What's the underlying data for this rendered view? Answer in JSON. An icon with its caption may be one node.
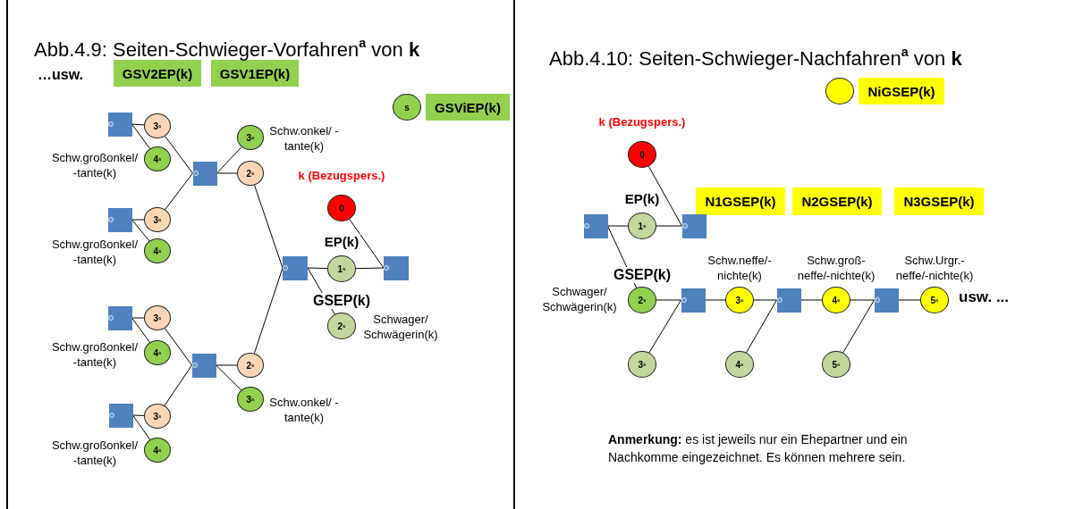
{
  "diagram": {
    "nodes": [
      {
        "text": [
          "GSV2EP(k)"
        ]
      },
      {
        "text": [
          "GSV1EP(k)"
        ]
      },
      {
        "text": [
          "s"
        ]
      },
      {
        "text": [
          "GSViEP(k)"
        ]
      },
      {
        "text": [],
        "shape": "box"
      },
      {
        "text": [
          "3$^{s}$"
        ]
      },
      {
        "text": [
          "4$^{s}$"
        ],
        "beside": [
          "Schw.großonkel/ -tante(k)"
        ]
      },
      {
        "text": [],
        "shape": "box"
      },
      {
        "text": [
          "3$^{s}$"
        ],
        "beside": [
          "Schw.onkel/ -tante(k)"
        ]
      },
      {
        "text": [
          "2$^{s}$"
        ]
      },
      {
        "text": [],
        "shape": "box"
      },
      {
        "text": [
          "3$^{s}$"
        ]
      },
      {
        "text": [
          "4$^{s}$"
        ],
        "beside": [
          "Schw.großonkel/ -tante(k)"
        ]
      },
      {
        "text": [],
        "shape": "box"
      },
      {
        "text": [
          "3$^{s}$"
        ]
      },
      {
        "text": [
          "4$^{s}$"
        ],
        "beside": [
          "Schw.großonkel/ -tante(k)"
        ]
      },
      {
        "text": [],
        "shape": "box"
      },
      {
        "text": [
          "2$^{s}$"
        ]
      },
      {
        "text": [
          "3$^{s}$"
        ],
        "beside": [
          "Schw.onkel/ -tante(k)"
        ]
      },
      {
        "text": [],
        "shape": "box"
      },
      {
        "text": [
          "3$^{s}$"
        ]
      },
      {
        "text": [
          "4$^{s}$"
        ],
        "beside": [
          "Schw.großonkel/ -tante(k)"
        ]
      },
      {
        "text": [],
        "shape": "box"
      },
      {
        "text": [
          "k (Bezugspers.)",
          "0"
        ]
      },
      {
        "text": [
          "EP(k)",
          "1$^{s}$"
        ]
      },
      {
        "text": [],
        "shape": "box"
      },
      {
        "text": [
          "GSEP(k)",
          "2$^{s}$"
        ],
        "beside": [
          "Schwager/ Schwägerin(k)"
        ]
      },
      {
        "text": [],
        "shape": "circle"
      },
      {
        "text": [
          "NiGSEP(k)"
        ]
      },
      {
        "text": [
          "k (Bezugspers.)",
          "0"
        ]
      },
      {
        "text": [
          "N1GSEP(k)"
        ]
      },
      {
        "text": [
          "N2GSEP(k)"
        ]
      },
      {
        "text": [
          "N3GSEP(k)"
        ]
      },
      {
        "text": [],
        "shape": "box"
      },
      {
        "text": [
          "EP(k)",
          "1$^{s}$"
        ]
      },
      {
        "text": [],
        "shape": "box"
      },
      {
        "text": [
          "GSEP(k)",
          "2$^{s}$"
        ],
        "beside": [
          "Schwager/ Schwägerin(k)"
        ]
      },
      {
        "text": [],
        "shape": "box"
      },
      {
        "text": [
          "3$^{s}$"
        ]
      },
      {
        "text": [
          "3$^{s}$"
        ],
        "beside": [
          "Schw.neffe/- nichte(k)"
        ]
      },
      {
        "text": [],
        "shape": "box"
      },
      {
        "text": [
          "4$^{s}$"
        ]
      },
      {
        "text": [
          "4$^{s}$"
        ],
        "beside": [
          "Schw.groß- neffe/-nichte(k)"
        ]
      },
      {
        "text": [],
        "shape": "box"
      },
      {
        "text": [
          "5$^{s}$"
        ]
      },
      {
        "text": [
          "5$^{s}$"
        ],
        "beside": [
          "Schw.Urgr.- neffe/-nichte(k)",
          "usw. ..."
        ]
      }
    ],
    "edges": [
      {
        "from": 4,
        "to": 5,
        "arrow": "none"
      },
      {
        "from": 4,
        "to": 6,
        "arrow": "none"
      },
      {
        "from": 5,
        "to": 7,
        "arrow": "none"
      },
      {
        "from": 10,
        "to": 11,
        "arrow": "none"
      },
      {
        "from": 10,
        "to": 12,
        "arrow": "none"
      },
      {
        "from": 11,
        "to": 7,
        "arrow": "none"
      },
      {
        "from": 7,
        "to": 8,
        "arrow": "none"
      },
      {
        "from": 7,
        "to": 9,
        "arrow": "none"
      },
      {
        "from": 9,
        "to": 22,
        "arrow": "none"
      },
      {
        "from": 13,
        "to": 14,
        "arrow": "none"
      },
      {
        "from": 13,
        "to": 15,
        "arrow": "none"
      },
      {
        "from": 14,
        "to": 16,
        "arrow": "none"
      },
      {
        "from": 19,
        "to": 20,
        "arrow": "none"
      },
      {
        "from": 19,
        "to": 21,
        "arrow": "none"
      },
      {
        "from": 20,
        "to": 16,
        "arrow": "none"
      },
      {
        "from": 16,
        "to": 17,
        "arrow": "none"
      },
      {
        "from": 16,
        "to": 18,
        "arrow": "none"
      },
      {
        "from": 17,
        "to": 22,
        "arrow": "none"
      },
      {
        "from": 22,
        "to": 24,
        "arrow": "none"
      },
      {
        "from": 22,
        "to": 26,
        "arrow": "none"
      },
      {
        "from": 24,
        "to": 25,
        "arrow": "none"
      },
      {
        "from": 23,
        "to": 25,
        "arrow": "none"
      },
      {
        "from": 33,
        "to": 34,
        "arrow": "none"
      },
      {
        "from": 34,
        "to": 35,
        "arrow": "none"
      },
      {
        "from": 29,
        "to": 35,
        "arrow": "none"
      },
      {
        "from": 33,
        "to": 36,
        "arrow": "none"
      },
      {
        "from": 36,
        "to": 37,
        "arrow": "none"
      },
      {
        "from": 38,
        "to": 37,
        "arrow": "none"
      },
      {
        "from": 37,
        "to": 39,
        "arrow": "none"
      },
      {
        "from": 39,
        "to": 40,
        "arrow": "none"
      },
      {
        "from": 41,
        "to": 40,
        "arrow": "none"
      },
      {
        "from": 40,
        "to": 42,
        "arrow": "none"
      },
      {
        "from": 42,
        "to": 43,
        "arrow": "none"
      },
      {
        "from": 44,
        "to": 43,
        "arrow": "none"
      },
      {
        "from": 43,
        "to": 45,
        "arrow": "none"
      }
    ],
    "labels": [
      "Abb.4.9: Seiten-Schwieger-Vorfahren$^{a}$ von **k**",
      "…usw.",
      "Abb.4.10: Seiten-Schwieger-Nachfahren$^{a}$ von **k**",
      "**Anmerkung:** es ist jeweils nur ein Ehepartner und ein Nachkomme eingezeichnet. Es können mehrere sein."
    ]
  }
}
